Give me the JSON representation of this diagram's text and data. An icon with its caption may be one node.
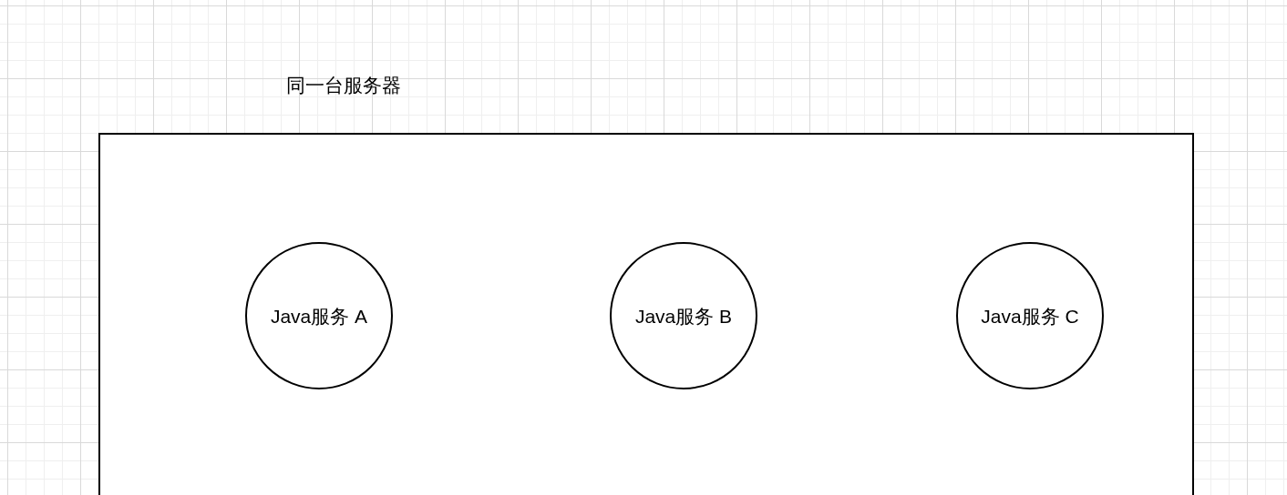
{
  "diagram": {
    "nodes": [
      {
        "text": [
          "同一台服务器"
        ]
      },
      {
        "text": [
          "Java服务 A"
        ],
        "in": 0
      },
      {
        "text": [
          "Java服务 B"
        ],
        "in": 0
      },
      {
        "text": [
          "Java服务 C"
        ],
        "in": 0
      }
    ]
  }
}
